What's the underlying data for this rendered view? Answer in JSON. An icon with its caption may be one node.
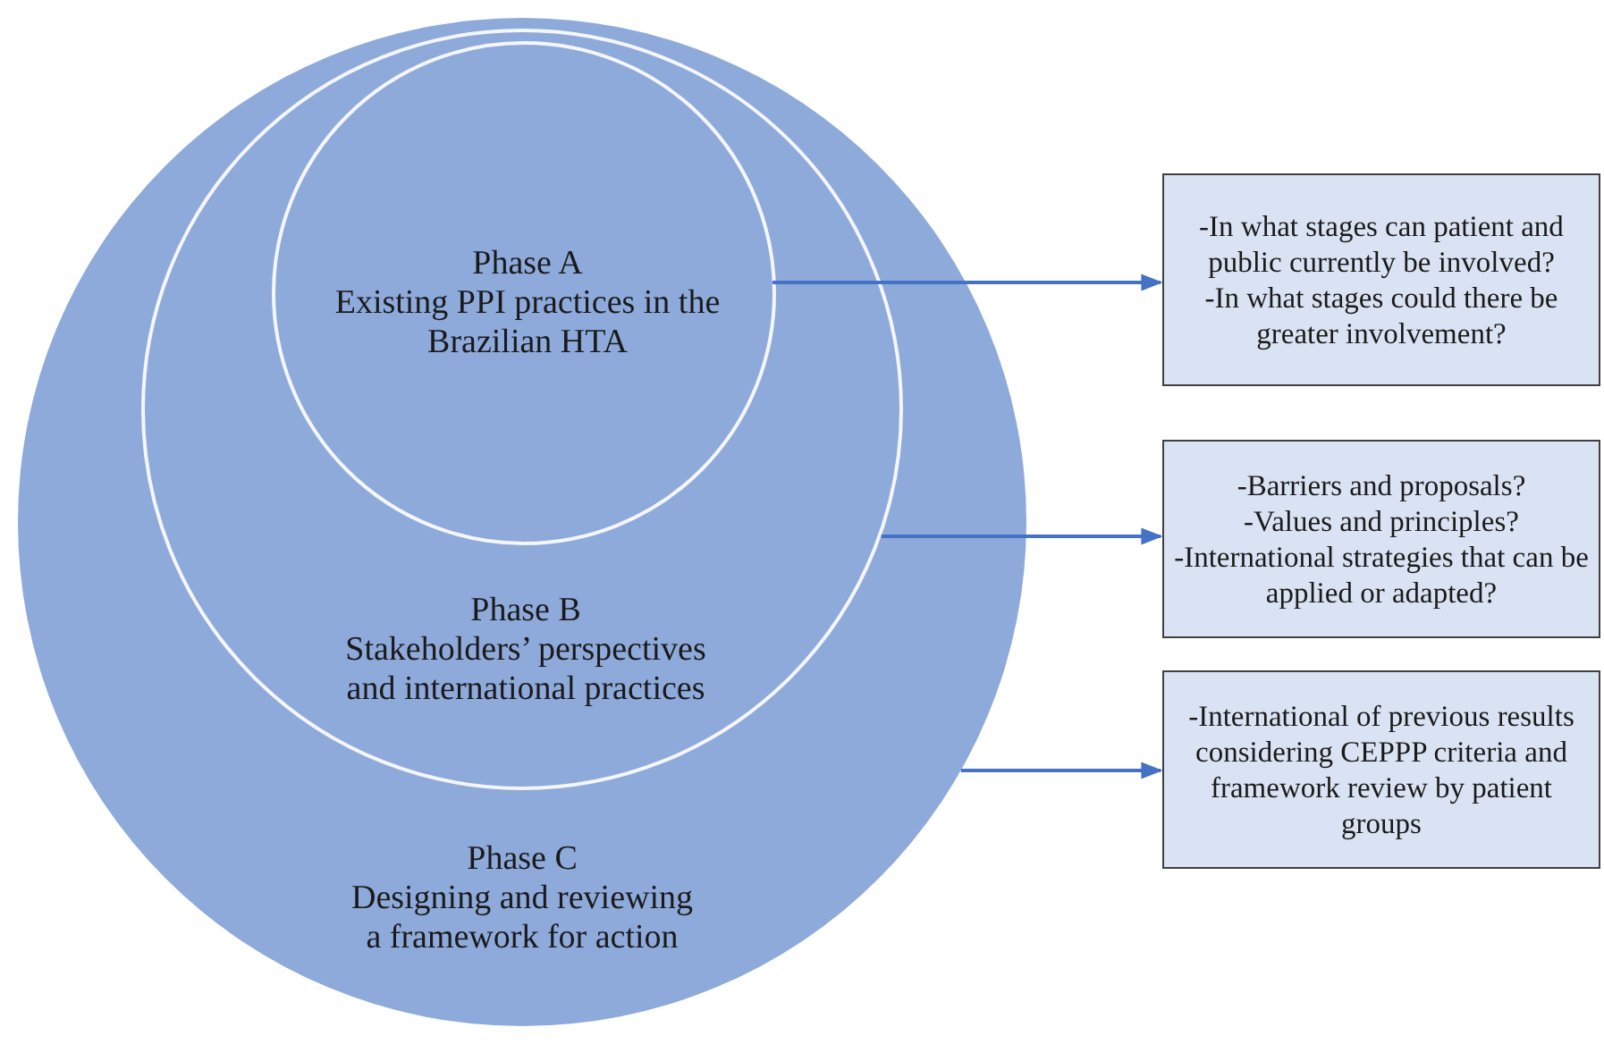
{
  "diagram": {
    "nodes": [
      {
        "text": [
          "Phase C",
          "Designing and reviewing a framework for action"
        ]
      },
      {
        "text": [
          "Phase B",
          "Stakeholders’ perspectives and international practices"
        ],
        "in": 0
      },
      {
        "text": [
          "Phase A",
          "Existing PPI practices in the Brazilian HTA"
        ],
        "in": 1
      },
      {
        "text": [
          "-In what stages can patient and public currently be involved?",
          "-In what stages could there be greater involvement?"
        ]
      },
      {
        "text": [
          "-Barriers and proposals?",
          "-Values and principles?",
          "-International strategies that can be applied or adapted?"
        ]
      },
      {
        "text": [
          "-International of previous results considering CEPPP criteria and framework review by patient groups"
        ]
      }
    ],
    "edges": [
      {
        "from": 2,
        "to": 3,
        "arrow": "to"
      },
      {
        "from": 1,
        "to": 4,
        "arrow": "to"
      },
      {
        "from": 0,
        "to": 5,
        "arrow": "to"
      }
    ]
  }
}
